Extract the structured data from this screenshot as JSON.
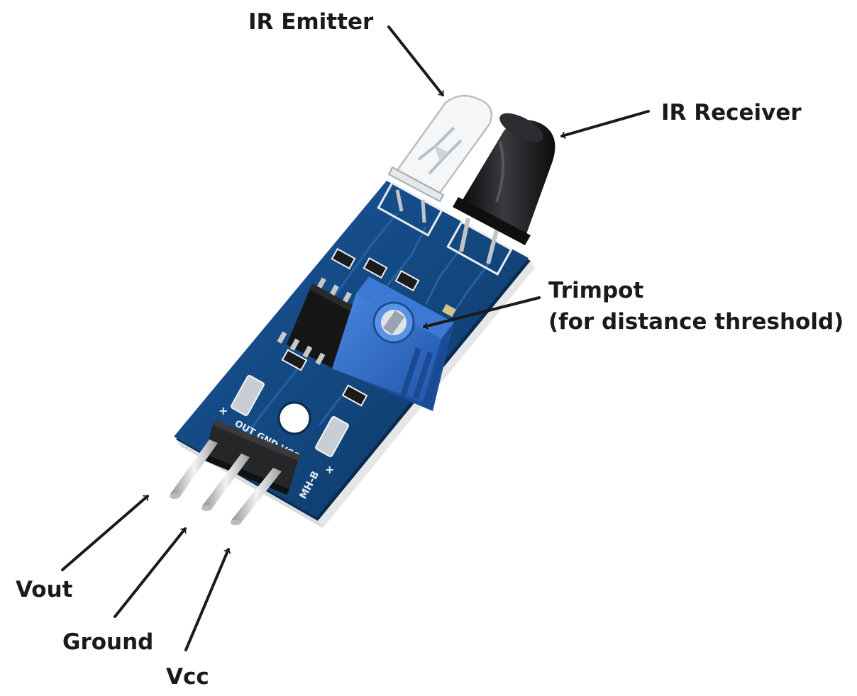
{
  "labels": {
    "ir_emitter": "IR Emitter",
    "ir_receiver": "IR Receiver",
    "trimpot": "Trimpot",
    "trimpot_note": "(for distance threshold)",
    "vout": "Vout",
    "ground": "Ground",
    "vcc": "Vcc"
  },
  "board": {
    "model": "MH-B",
    "pin_marking": "OUT GND VCC",
    "plus_mark": "+"
  },
  "colors": {
    "pcb": "#12457f",
    "pcb_dark": "#0b2f5c",
    "trace": "#1b5696",
    "trimpot": "#2d67c2",
    "header": "#1d1d1f",
    "pin": "#c9cacc",
    "receiver": "#17171a",
    "emitter": "#eef1f4",
    "text": "#1a1a1a"
  }
}
